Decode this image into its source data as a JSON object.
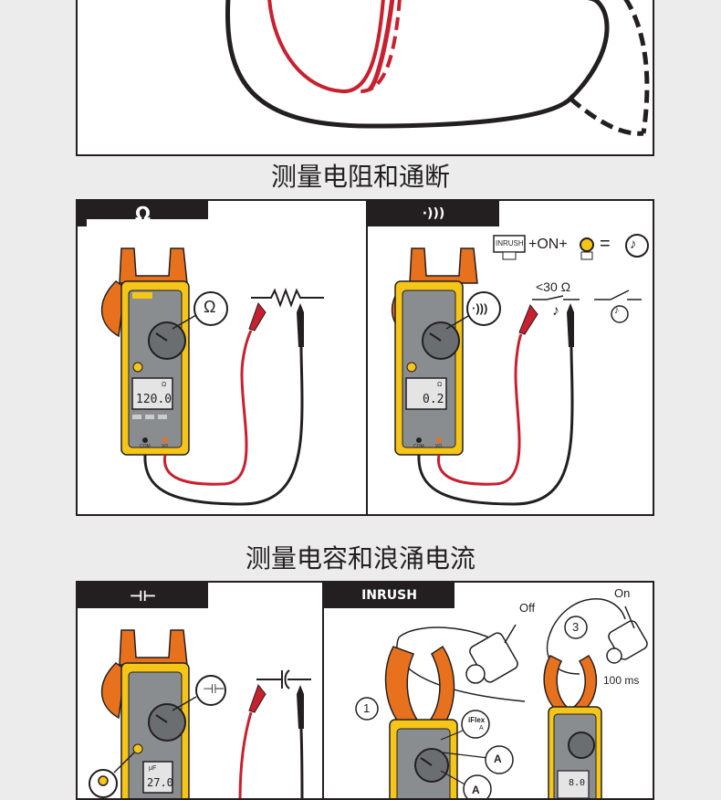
{
  "sections": {
    "resistance_title": "测量电阻和通断",
    "capacitance_title": "测量电容和浪涌电流"
  },
  "panels": {
    "resistance": {
      "tab": "Ω",
      "dial_symbol": "Ω",
      "display": "120.0",
      "display_unit": "Ω",
      "com": "COM",
      "volt": "VΩ"
    },
    "continuity": {
      "tab": "·)))",
      "dial_symbol": "·)))",
      "display": "0.2",
      "display_unit": "Ω",
      "inrush_key": "INRUSH",
      "plus_on": "+ON+",
      "equals": "=",
      "threshold": "<30 Ω",
      "com": "COM",
      "volt": "VΩ"
    },
    "capacitance": {
      "tab": "⊣⊢",
      "dial_symbol": "⊣⊢",
      "display": "27.0",
      "display_unit": "μF"
    },
    "inrush": {
      "tab": "INRUSH",
      "off_label": "Off",
      "on_label": "On",
      "step1": "1",
      "step3": "3",
      "time_label": "100 ms",
      "iflex_label": "iFlex",
      "iflex_unit": "A",
      "dc_a": "A",
      "ac_a": "A",
      "display": "8.0"
    }
  },
  "colors": {
    "meter_yellow": "#f5c518",
    "jaw_orange": "#e8711e",
    "lead_red": "#c8202f",
    "lead_black": "#231f20",
    "body_gray": "#8a8d90"
  }
}
